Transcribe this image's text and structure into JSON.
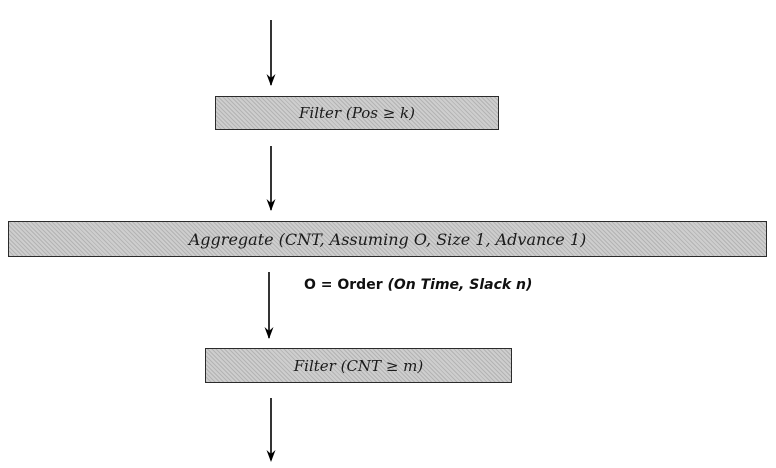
{
  "diagram": {
    "nodes": [
      {
        "id": "filter_pos",
        "label": "Filter (Pos ≥ k)"
      },
      {
        "id": "aggregate",
        "label": "Aggregate (CNT, Assuming O, Size 1, Advance 1)"
      },
      {
        "id": "filter_cnt",
        "label": "Filter (CNT ≥ m)"
      }
    ],
    "annotation": {
      "prefix": "O = Order",
      "suffix": " (On Time, Slack n)"
    },
    "edges": [
      {
        "from": null,
        "to": "filter_pos"
      },
      {
        "from": "filter_pos",
        "to": "aggregate"
      },
      {
        "from": "aggregate",
        "to": "filter_cnt"
      },
      {
        "from": "filter_cnt",
        "to": null
      }
    ],
    "colors": {
      "box_fill": "#c8c8c8",
      "box_border": "#2b2b2b",
      "arrow": "#000000",
      "text": "#1a1a1a"
    }
  }
}
